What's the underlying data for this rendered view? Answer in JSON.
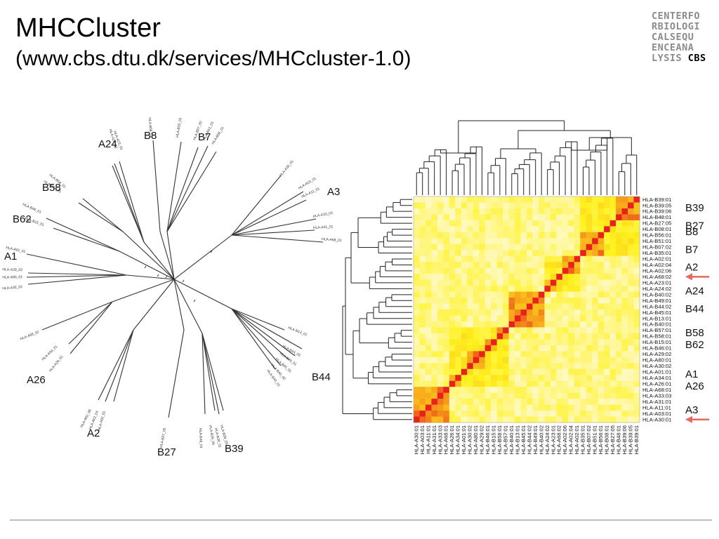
{
  "slide": {
    "title": "MHCCluster",
    "subtitle": "(www.cbs.dtu.dk/services/MHCcluster-1.0)"
  },
  "logo": {
    "lines": [
      "CENTERFO",
      "RBIOLOGI",
      "CALSEQU",
      "ENCEANA"
    ],
    "last_line_prefix": "LYSIS",
    "last_line_brand": "CBS"
  },
  "tree": {
    "cluster_labels": [
      {
        "text": "A24"
      },
      {
        "text": "B8"
      },
      {
        "text": "B7"
      },
      {
        "text": "A3"
      },
      {
        "text": "B58"
      },
      {
        "text": "B62"
      },
      {
        "text": "A1"
      },
      {
        "text": "A26"
      },
      {
        "text": "A2"
      },
      {
        "text": "B27"
      },
      {
        "text": "B39"
      },
      {
        "text": "B44"
      }
    ],
    "leaves": [
      {
        "group": "A24",
        "names": [
          "HLA-A24_02",
          "HLA-A23_01"
        ]
      },
      {
        "group": "B8",
        "names": [
          "HLA-B08_01"
        ]
      },
      {
        "group": "B7",
        "names": [
          "HLA-B35_01",
          "HLA-B07_02",
          "HLA-B51_01",
          "HLA-B56_01"
        ]
      },
      {
        "group": "A3",
        "names": [
          "HLA-A30_01",
          "HLA-A03_01",
          "HLA-A11_01",
          "HLA-A33_03",
          "HLA-A31_01",
          "HLA-A68_01"
        ]
      },
      {
        "group": "B58",
        "names": [
          "HLA-B58_01",
          "HLA-B57_01"
        ]
      },
      {
        "group": "B62",
        "names": [
          "HLA-B46_01",
          "HLA-B15_01"
        ]
      },
      {
        "group": "A1",
        "names": [
          "HLA-A01_01",
          "HLA-A29_02",
          "HLA-A80_01",
          "HLA-A30_02"
        ]
      },
      {
        "group": "A26",
        "names": [
          "HLA-A68_02",
          "HLA-A34_01",
          "HLA-A26_01"
        ]
      },
      {
        "group": "A2",
        "names": [
          "HLA-A02_06",
          "HLA-A02_04",
          "HLA-A02_01"
        ]
      },
      {
        "group": "B27",
        "names": [
          "HLA-B27_05"
        ]
      },
      {
        "group": "B39",
        "names": [
          "HLA-B48_01",
          "HLA-B39_06",
          "HLA-B39_01",
          "HLA-B39_05"
        ]
      },
      {
        "group": "B44",
        "names": [
          "HLA-B13_01",
          "HLA-B44_02",
          "HLA-B49_01",
          "HLA-B45_01",
          "HLA-B40_02",
          "HLA-B40_01"
        ]
      }
    ]
  },
  "heatmap": {
    "rows": [
      "HLA-B39:01",
      "HLA-B39:05",
      "HLA-B39:06",
      "HLA-B48:01",
      "HLA-B27:05",
      "HLA-B08:01",
      "HLA-B56:01",
      "HLA-B51:01",
      "HLA-B07:02",
      "HLA-B35:01",
      "HLA-A02:01",
      "HLA-A02:04",
      "HLA-A02:06",
      "HLA-A68:02",
      "HLA-A23:01",
      "HLA-A24:02",
      "HLA-B40:02",
      "HLA-B49:01",
      "HLA-B44:02",
      "HLA-B45:01",
      "HLA-B13:01",
      "HLA-B40:01",
      "HLA-B57:01",
      "HLA-B58:01",
      "HLA-B15:01",
      "HLA-B46:01",
      "HLA-A29:02",
      "HLA-A80:01",
      "HLA-A30:02",
      "HLA-A01:01",
      "HLA-A34:01",
      "HLA-A26:01",
      "HLA-A68:01",
      "HLA-A33:03",
      "HLA-A31:01",
      "HLA-A11:01",
      "HLA-A03:01",
      "HLA-A30:01"
    ],
    "columns": [
      "HLA-A30:01",
      "HLA-A03:01",
      "HLA-A11:01",
      "HLA-A31:01",
      "HLA-A33:03",
      "HLA-A68:01",
      "HLA-A26:01",
      "HLA-A34:01",
      "HLA-A01:01",
      "HLA-A30:02",
      "HLA-A80:01",
      "HLA-A29:02",
      "HLA-B46:01",
      "HLA-B15:01",
      "HLA-B58:01",
      "HLA-B57:01",
      "HLA-B40:01",
      "HLA-B13:01",
      "HLA-B45:01",
      "HLA-B44:02",
      "HLA-B49:01",
      "HLA-B40:02",
      "HLA-A24:02",
      "HLA-A23:01",
      "HLA-A68:02",
      "HLA-A02:06",
      "HLA-A02:04",
      "HLA-A02:01",
      "HLA-B35:01",
      "HLA-B07:02",
      "HLA-B51:01",
      "HLA-B56:01",
      "HLA-B08:01",
      "HLA-B27:05",
      "HLA-B48:01",
      "HLA-B39:06",
      "HLA-B39:05",
      "HLA-B39:01"
    ],
    "group_labels": [
      {
        "text": "B39",
        "row": 1
      },
      {
        "text": "B27",
        "row": 4
      },
      {
        "text": "B8",
        "row": 5
      },
      {
        "text": "B7",
        "row": 8
      },
      {
        "text": "A2",
        "row": 11
      },
      {
        "text": "A24",
        "row": 15
      },
      {
        "text": "B44",
        "row": 18
      },
      {
        "text": "B58",
        "row": 22
      },
      {
        "text": "B62",
        "row": 24
      },
      {
        "text": "A1",
        "row": 29
      },
      {
        "text": "A26",
        "row": 31
      },
      {
        "text": "A3",
        "row": 35
      }
    ],
    "arrows_at_rows": [
      "HLA-A68:02",
      "HLA-A30:01"
    ],
    "colors": {
      "high": "#e8211c",
      "mid": "#f7a21a",
      "low": "#fff21e",
      "none": "#fffad8",
      "arrow": "#e8685e"
    }
  }
}
